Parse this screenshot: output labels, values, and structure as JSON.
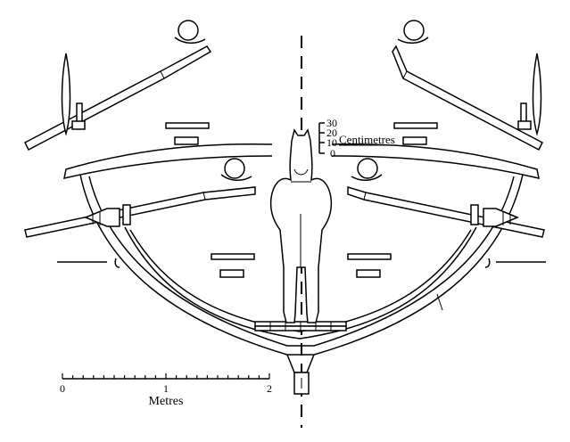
{
  "figure": {
    "type": "cross-section drawing",
    "subject": "hull cross-section with oars, rowers and horse",
    "colors": {
      "ink": "#000000",
      "paper": "#ffffff"
    }
  },
  "metre_scale": {
    "label": "Metres",
    "ticks": [
      "0",
      "1",
      "2"
    ]
  },
  "centimetre_scale": {
    "label": "Centimetres",
    "ticks": [
      "30",
      "20",
      "10",
      "0"
    ]
  }
}
